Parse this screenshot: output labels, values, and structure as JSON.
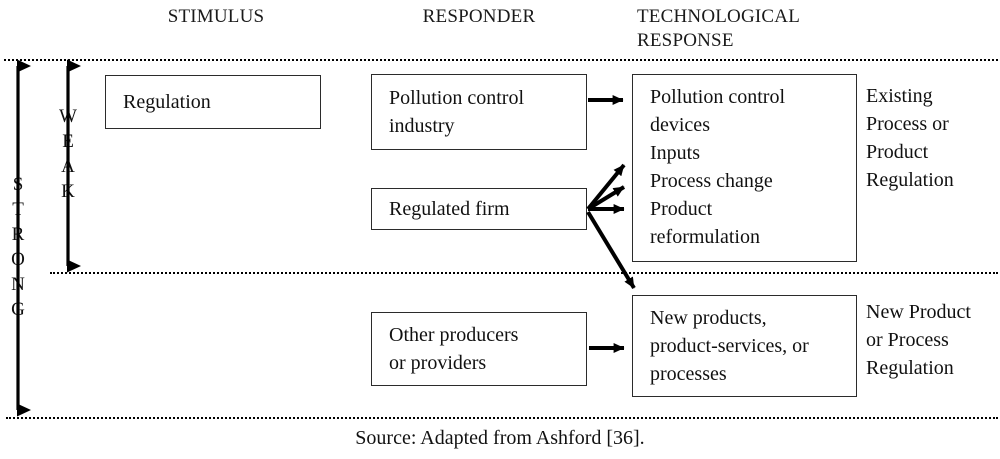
{
  "figure": {
    "caption": "Source: Adapted from Ashford [36]."
  },
  "columns": {
    "stimulus": "STIMULUS",
    "responder": "RESPONDER",
    "technological_response": "TECHNOLOGICAL\nRESPONSE"
  },
  "axis": {
    "strong_label": "S\nT\nR\nO\nN\nG",
    "weak_label": "W\nE\nA\nK",
    "strong_arrow": "double-headed-vertical-arrow",
    "weak_arrow": "double-headed-vertical-arrow"
  },
  "boxes": {
    "regulation": "Regulation",
    "pollution_control_industry": "Pollution control\nindustry",
    "regulated_firm": "Regulated firm",
    "other_producers": "Other producers\nor providers",
    "existing_responses": "Pollution control\ndevices\nInputs\nProcess change\nProduct\nreformulation",
    "new_responses": "New products,\nproduct-services, or\nprocesses"
  },
  "side_labels": {
    "existing": "Existing\nProcess or\nProduct\nRegulation",
    "new": "New Product\nor Process\nRegulation"
  },
  "colors": {
    "ink": "#111111",
    "box_border": "#2b2b2b",
    "rule": "#000000",
    "background": "#ffffff"
  },
  "connectors": [
    {
      "from": "pollution_control_industry",
      "to": "existing_responses",
      "style": "straight-arrow"
    },
    {
      "from": "regulated_firm",
      "to": "existing_responses",
      "style": "arrow-up-right"
    },
    {
      "from": "regulated_firm",
      "to": "existing_responses",
      "style": "arrow-up-right-2"
    },
    {
      "from": "regulated_firm",
      "to": "existing_responses",
      "style": "straight-arrow"
    },
    {
      "from": "regulated_firm",
      "to": "new_responses",
      "style": "arrow-down-right"
    },
    {
      "from": "other_producers",
      "to": "new_responses",
      "style": "straight-arrow"
    }
  ]
}
